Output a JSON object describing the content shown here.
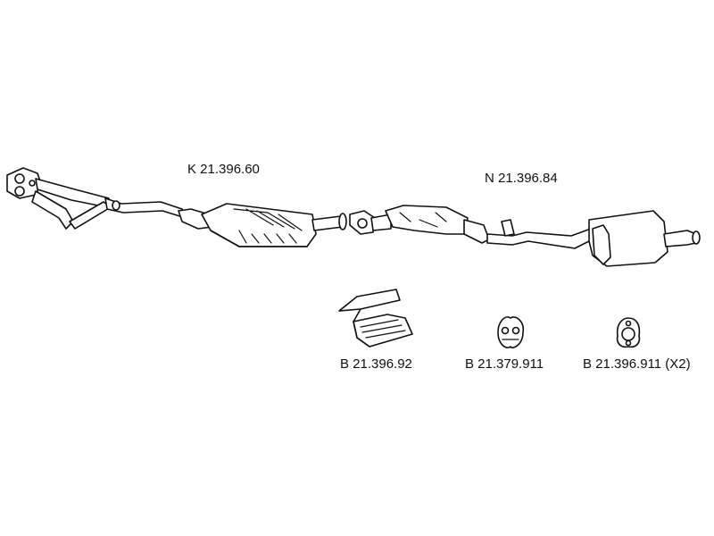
{
  "parts": {
    "front_pipe_cat": {
      "code": "K 21.396.60"
    },
    "middle_rear": {
      "code": "N 21.396.84"
    },
    "clamp": {
      "code": "B 21.396.92"
    },
    "rubber_mount": {
      "code": "B 21.379.911"
    },
    "gasket": {
      "code": "B 21.396.911 (X2)"
    }
  },
  "colors": {
    "line": "#111111",
    "fill": "#ffffff",
    "shade": "#9a9a9a"
  }
}
